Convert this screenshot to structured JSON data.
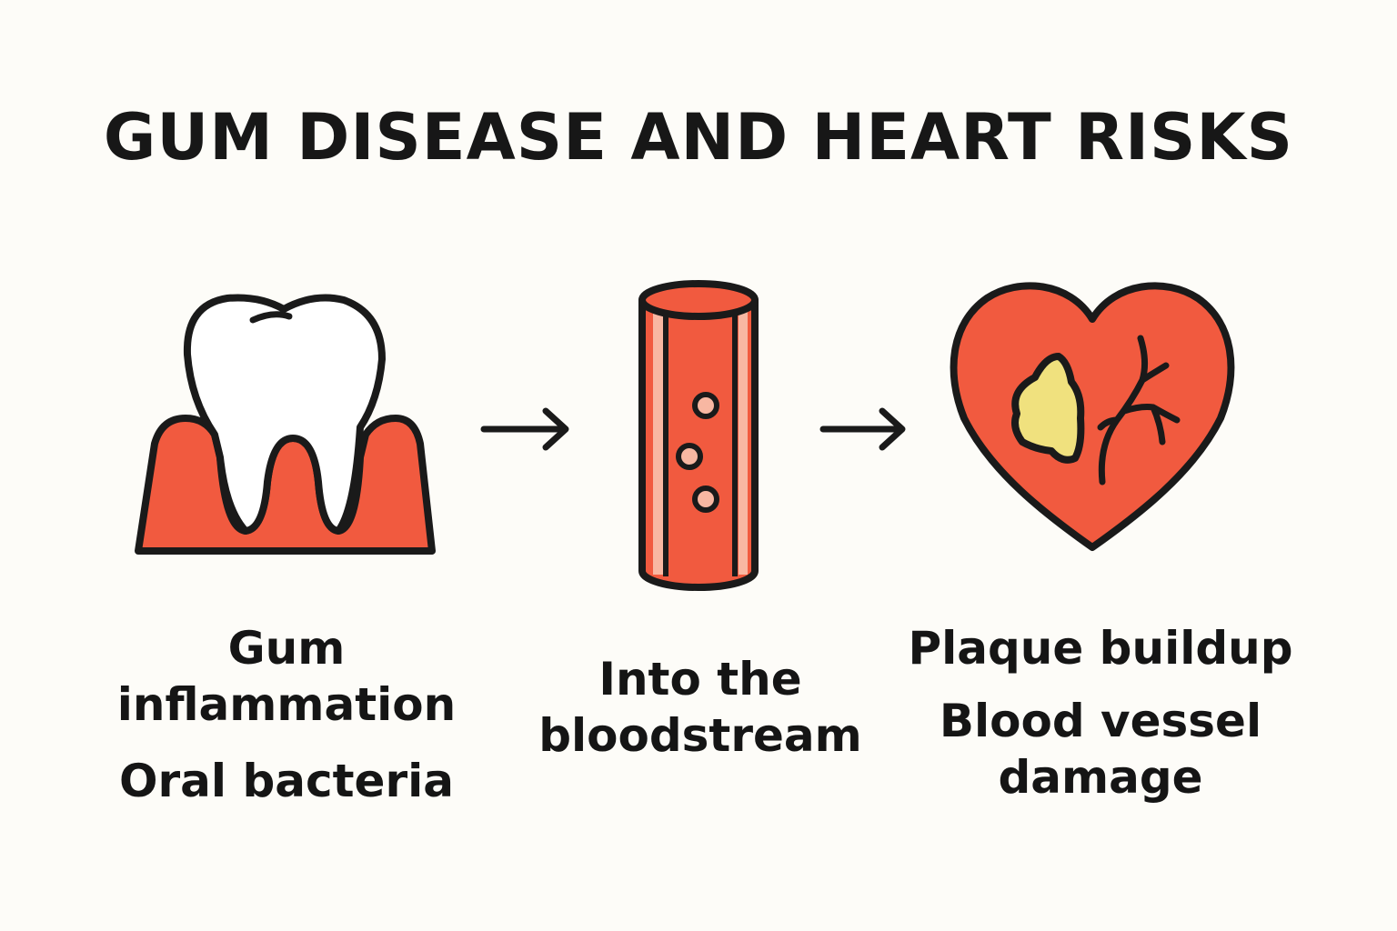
{
  "title": "GUM DISEASE AND HEART RISKS",
  "colors": {
    "background": "#fdfcf8",
    "inflamed_red": "#f15a3f",
    "vessel_highlight": "#f8b7a2",
    "plaque_yellow": "#f0e17e",
    "outline": "#1a1a1a"
  },
  "steps": [
    {
      "icon": "tooth-gum-icon",
      "lines": [
        "Gum",
        "inflammation"
      ],
      "sub": "Oral bacteria"
    },
    {
      "icon": "blood-vessel-icon",
      "lines": [
        "Into the",
        "bloodstream"
      ]
    },
    {
      "icon": "heart-plaque-icon",
      "lines": [
        "Plaque buildup"
      ],
      "sub_lines": [
        "Blood vessel",
        "damage"
      ]
    }
  ],
  "connectors": [
    "arrow-right-icon",
    "arrow-right-icon"
  ]
}
